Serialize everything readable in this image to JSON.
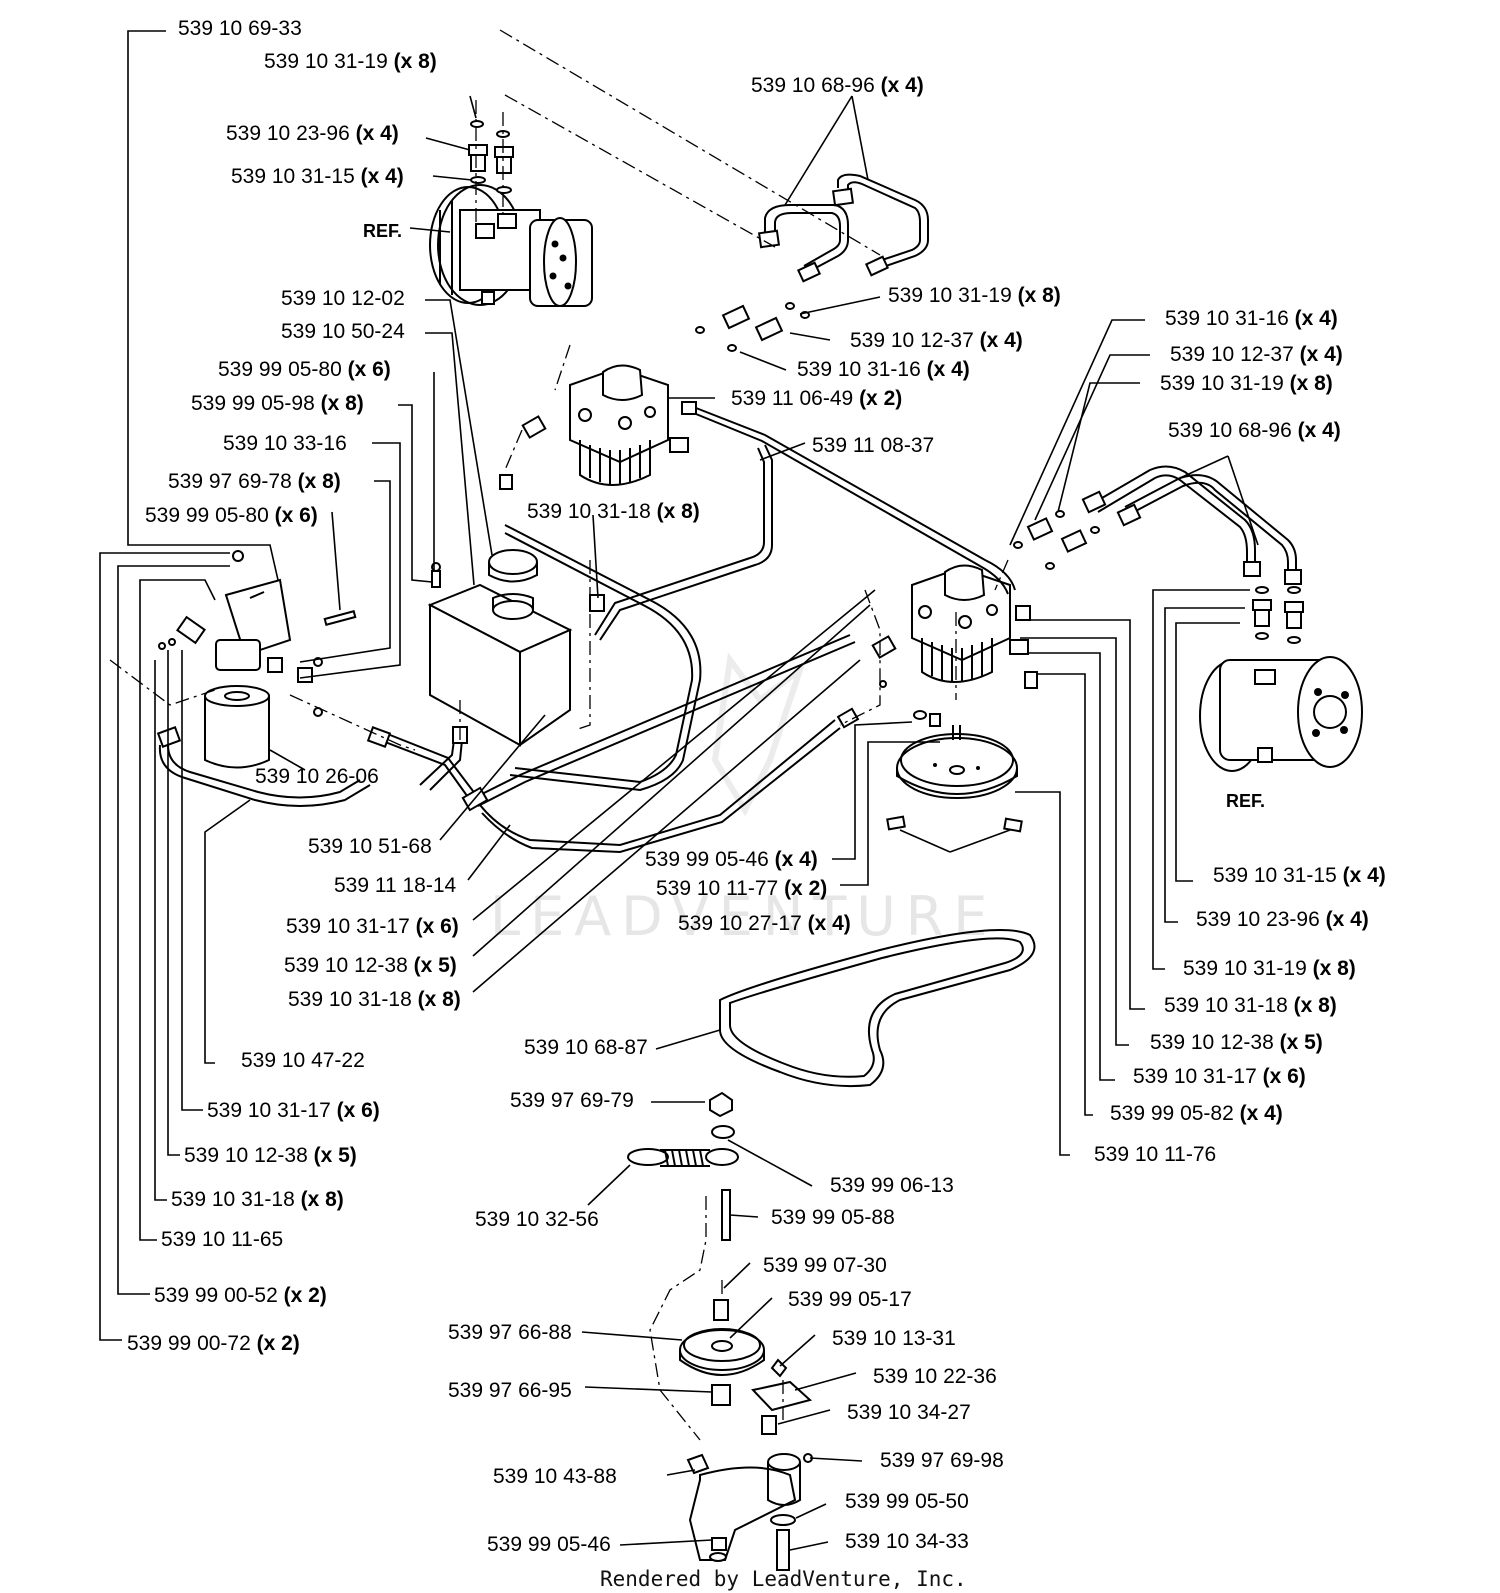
{
  "watermark": "LEADVENTURE",
  "footer": "Rendered by LeadVenture, Inc.",
  "ref_marks": [
    "REF.",
    "REF."
  ],
  "callouts": [
    {
      "part": "539 10 69-33",
      "qty": ""
    },
    {
      "part": "539 10 31-19",
      "qty": "(x 8)"
    },
    {
      "part": "539 10 23-96",
      "qty": "(x 4)"
    },
    {
      "part": "539 10 31-15",
      "qty": "(x 4)"
    },
    {
      "part": "539 10 68-96",
      "qty": "(x 4)"
    },
    {
      "part": "539 10 12-02",
      "qty": ""
    },
    {
      "part": "539 10 50-24",
      "qty": ""
    },
    {
      "part": "539 99 05-80",
      "qty": "(x 6)"
    },
    {
      "part": "539 99 05-98",
      "qty": "(x 8)"
    },
    {
      "part": "539 10 33-16",
      "qty": ""
    },
    {
      "part": "539 97 69-78",
      "qty": "(x 8)"
    },
    {
      "part": "539 99 05-80",
      "qty": "(x 6)"
    },
    {
      "part": "539 10 31-19",
      "qty": "(x 8)"
    },
    {
      "part": "539 10 12-37",
      "qty": "(x 4)"
    },
    {
      "part": "539 10 31-16",
      "qty": "(x 4)"
    },
    {
      "part": "539 11 06-49",
      "qty": "(x 2)"
    },
    {
      "part": "539 11 08-37",
      "qty": ""
    },
    {
      "part": "539 10 31-18",
      "qty": "(x 8)"
    },
    {
      "part": "539 10 31-16",
      "qty": "(x 4)"
    },
    {
      "part": "539 10 12-37",
      "qty": "(x 4)"
    },
    {
      "part": "539 10 31-19",
      "qty": "(x 8)"
    },
    {
      "part": "539 10 68-96",
      "qty": "(x 4)"
    },
    {
      "part": "539 10 26-06",
      "qty": ""
    },
    {
      "part": "539 10 51-68",
      "qty": ""
    },
    {
      "part": "539 11 18-14",
      "qty": ""
    },
    {
      "part": "539 10 31-17",
      "qty": "(x 6)"
    },
    {
      "part": "539 10 12-38",
      "qty": "(x 5)"
    },
    {
      "part": "539 10 31-18",
      "qty": "(x 8)"
    },
    {
      "part": "539 99 05-46",
      "qty": "(x 4)"
    },
    {
      "part": "539 10 11-77",
      "qty": "(x 2)"
    },
    {
      "part": "539 10 27-17",
      "qty": "(x 4)"
    },
    {
      "part": "539 10 31-15",
      "qty": "(x 4)"
    },
    {
      "part": "539 10 23-96",
      "qty": "(x 4)"
    },
    {
      "part": "539 10 31-19",
      "qty": "(x 8)"
    },
    {
      "part": "539 10 31-18",
      "qty": "(x 8)"
    },
    {
      "part": "539 10 12-38",
      "qty": "(x 5)"
    },
    {
      "part": "539 10 31-17",
      "qty": "(x 6)"
    },
    {
      "part": "539 99 05-82",
      "qty": "(x 4)"
    },
    {
      "part": "539 10 11-76",
      "qty": ""
    },
    {
      "part": "539 10 68-87",
      "qty": ""
    },
    {
      "part": "539 10 47-22",
      "qty": ""
    },
    {
      "part": "539 10 31-17",
      "qty": "(x 6)"
    },
    {
      "part": "539 10 12-38",
      "qty": "(x 5)"
    },
    {
      "part": "539 10 31-18",
      "qty": "(x 8)"
    },
    {
      "part": "539 10 11-65",
      "qty": ""
    },
    {
      "part": "539 99 00-52",
      "qty": "(x 2)"
    },
    {
      "part": "539 99 00-72",
      "qty": "(x 2)"
    },
    {
      "part": "539 97 69-79",
      "qty": ""
    },
    {
      "part": "539 99 06-13",
      "qty": ""
    },
    {
      "part": "539 10 32-56",
      "qty": ""
    },
    {
      "part": "539 99 05-88",
      "qty": ""
    },
    {
      "part": "539 99 07-30",
      "qty": ""
    },
    {
      "part": "539 99 05-17",
      "qty": ""
    },
    {
      "part": "539 97 66-88",
      "qty": ""
    },
    {
      "part": "539 10 13-31",
      "qty": ""
    },
    {
      "part": "539 10 22-36",
      "qty": ""
    },
    {
      "part": "539 97 66-95",
      "qty": ""
    },
    {
      "part": "539 10 34-27",
      "qty": ""
    },
    {
      "part": "539 97 69-98",
      "qty": ""
    },
    {
      "part": "539 10 43-88",
      "qty": ""
    },
    {
      "part": "539 99 05-50",
      "qty": ""
    },
    {
      "part": "539 99 05-46",
      "qty": ""
    },
    {
      "part": "539 10 34-33",
      "qty": ""
    }
  ]
}
